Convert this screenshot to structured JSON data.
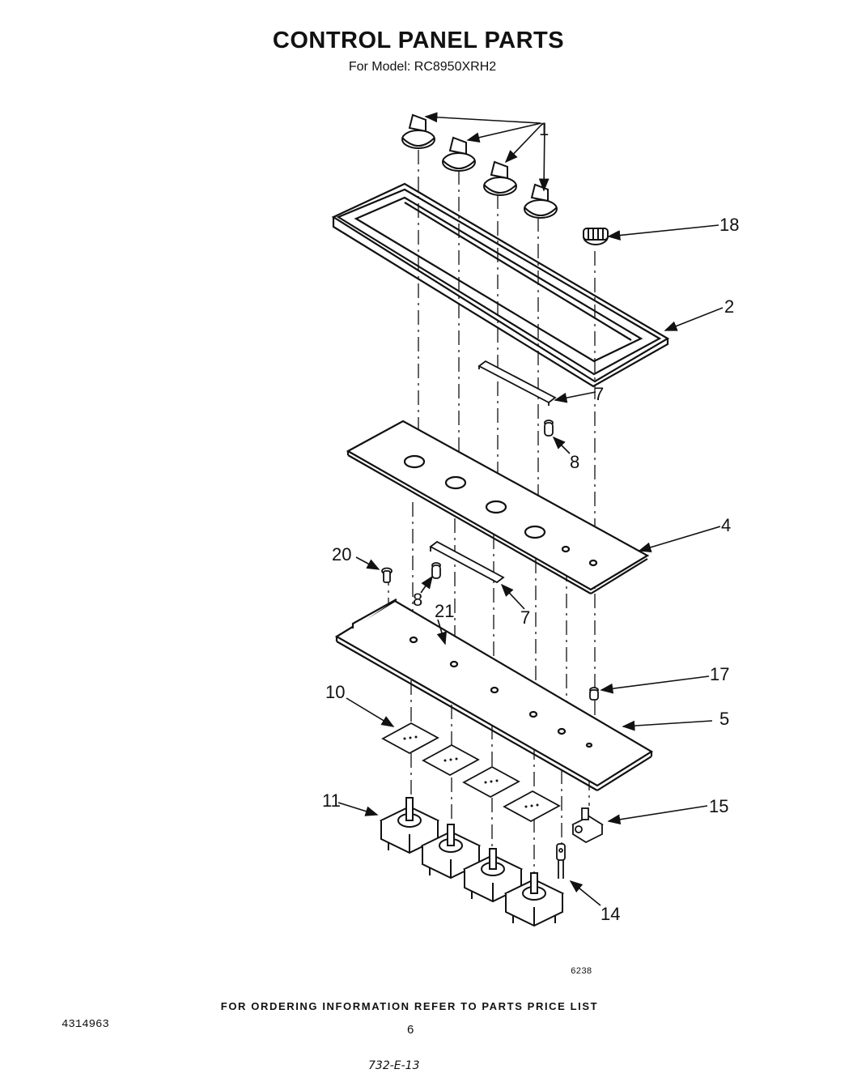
{
  "page": {
    "title": "CONTROL PANEL PARTS",
    "subtitle": "For Model: RC8950XRH2",
    "diagram_code": "6238",
    "ordering_note": "FOR ORDERING INFORMATION REFER TO PARTS PRICE LIST",
    "document_number": "4314963",
    "page_number": "6",
    "handwritten_note": "732-E-13"
  },
  "callouts": {
    "c1": "1",
    "c18": "18",
    "c2": "2",
    "c7a": "7",
    "c8a": "8",
    "c4": "4",
    "c20": "20",
    "c8b": "8",
    "c21": "21",
    "c7b": "7",
    "c17": "17",
    "c10": "10",
    "c5": "5",
    "c11": "11",
    "c15": "15",
    "c14": "14"
  }
}
